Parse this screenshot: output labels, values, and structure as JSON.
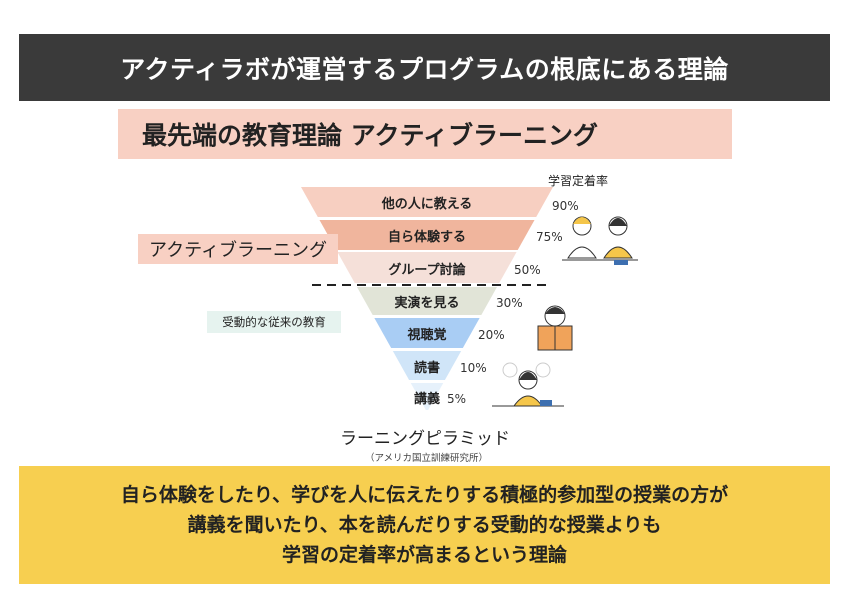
{
  "header": {
    "title": "アクティラボが運営するプログラムの根底にある理論"
  },
  "subtitle": "最先端の教育理論 アクティブラーニング",
  "labels": {
    "active": "アクティブラーニング",
    "passive": "受動的な従来の教育",
    "rate_title": "学習定着率"
  },
  "pyramid": {
    "title": "ラーニングピラミッド",
    "source": "（アメリカ国立訓練研究所）",
    "levels": [
      {
        "label": "他の人に教える",
        "rate": "90%",
        "color": "#f7cfc1"
      },
      {
        "label": "自ら体験する",
        "rate": "75%",
        "color": "#f0b59d"
      },
      {
        "label": "グループ討論",
        "rate": "50%",
        "color": "#f5e0d9"
      },
      {
        "label": "実演を見る",
        "rate": "30%",
        "color": "#e1e4d7"
      },
      {
        "label": "視聴覚",
        "rate": "20%",
        "color": "#a9cdf4"
      },
      {
        "label": "読書",
        "rate": "10%",
        "color": "#d0e5f8"
      },
      {
        "label": "講義",
        "rate": "5%",
        "color": "#e6f1fb"
      }
    ]
  },
  "conclusion": {
    "lines": [
      "自ら体験をしたり、学びを人に伝えたりする積極的参加型の授業の方が",
      "講義を聞いたり、本を読んだりする受動的な授業よりも",
      "学習の定着率が高まるという理論"
    ]
  }
}
